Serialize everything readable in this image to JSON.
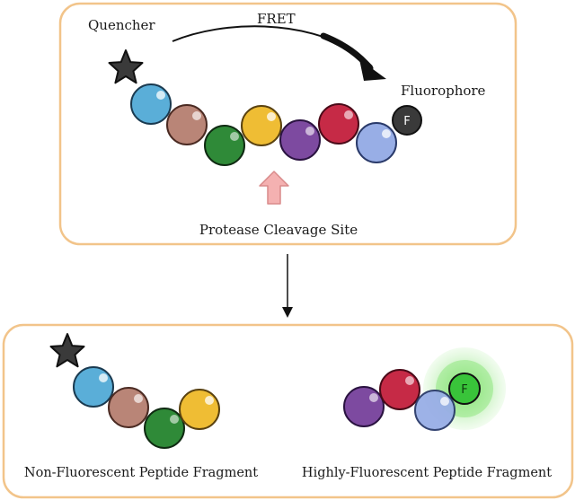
{
  "top_panel": {
    "quencher_label": "Quencher",
    "fret_label": "FRET",
    "fluorophore_label": "Fluorophore",
    "fluorophore_letter": "F",
    "cleavage_label": "Protease Cleavage Site"
  },
  "bottom_panel": {
    "left_fragment_label": "Non-Fluorescent Peptide Fragment",
    "right_fragment_label": "Highly-Fluorescent Peptide Fragment",
    "fluorophore_letter": "F"
  },
  "colors": {
    "panel_border": "#f2c48a",
    "bead_light_blue": "#5aaed8",
    "bead_brown": "#b98577",
    "bead_green": "#2f8a38",
    "bead_yellow": "#efbd34",
    "bead_purple": "#7d4aa0",
    "bead_red": "#c62a46",
    "bead_periwinkle": "#98aee6",
    "fluorophore_dark": "#3a3a3a",
    "glow_green": "#7be06a",
    "cleavage_arrow": "#f4b1b1"
  }
}
